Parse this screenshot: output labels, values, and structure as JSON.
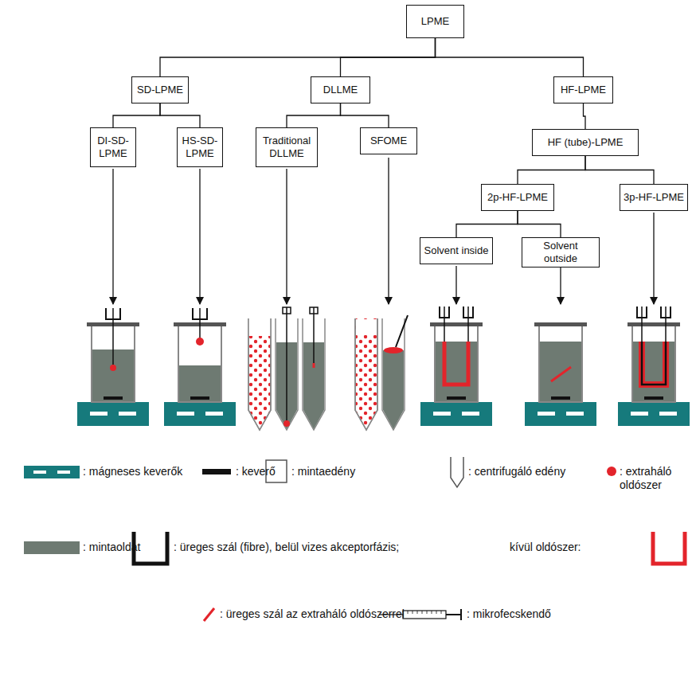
{
  "diagram": {
    "nodes": [
      {
        "text": [
          "LPME"
        ]
      },
      {
        "text": [
          "SD-LPME"
        ]
      },
      {
        "text": [
          "DLLME"
        ]
      },
      {
        "text": [
          "HF-LPME"
        ]
      },
      {
        "text": [
          "DI-SD- LPME"
        ]
      },
      {
        "text": [
          "HS-SD- LPME"
        ]
      },
      {
        "text": [
          "Traditional DLLME"
        ]
      },
      {
        "text": [
          "SFOME"
        ]
      },
      {
        "text": [
          "HF (tube)-LPME"
        ]
      },
      {
        "text": [
          "2p-HF-LPME"
        ]
      },
      {
        "text": [
          "3p-HF-LPME"
        ]
      },
      {
        "text": [
          "Solvent inside"
        ]
      },
      {
        "text": [
          "Solvent outside"
        ]
      }
    ],
    "edges": [
      {
        "from": 0,
        "to": 1,
        "arrow": "none"
      },
      {
        "from": 0,
        "to": 2,
        "arrow": "none"
      },
      {
        "from": 0,
        "to": 3,
        "arrow": "none"
      },
      {
        "from": 1,
        "to": 4,
        "arrow": "none"
      },
      {
        "from": 1,
        "to": 5,
        "arrow": "none"
      },
      {
        "from": 2,
        "to": 6,
        "arrow": "none"
      },
      {
        "from": 2,
        "to": 7,
        "arrow": "none"
      },
      {
        "from": 3,
        "to": 8,
        "arrow": "none"
      },
      {
        "from": 8,
        "to": 9,
        "arrow": "none"
      },
      {
        "from": 8,
        "to": 10,
        "arrow": "none"
      },
      {
        "from": 9,
        "to": 11,
        "arrow": "none"
      },
      {
        "from": 9,
        "to": 12,
        "arrow": "none"
      }
    ],
    "legend": [
      {
        "text": ": mágneses keverők",
        "color": "#167a7c"
      },
      {
        "text": ": keverő"
      },
      {
        "text": ": mintaedény"
      },
      {
        "text": ": centrifugáló edény"
      },
      {
        "text": ": extraháló oldószer",
        "color": "#e3242b"
      },
      {
        "text": ": mintaoldat",
        "color": "#6e7a72"
      },
      {
        "text": ": üreges szál (fibre), belül vizes akceptorfázis;"
      },
      {
        "text": "kívül oldószer:"
      },
      {
        "text": ": üreges szál az extraháló oldószerrel"
      },
      {
        "text": ": mikrofecskendő"
      }
    ]
  }
}
